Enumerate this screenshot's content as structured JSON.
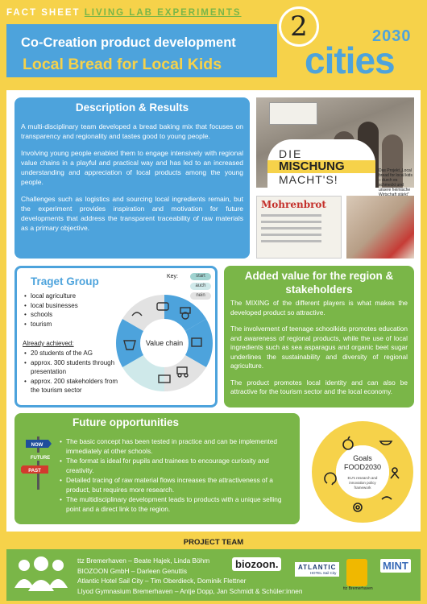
{
  "header": {
    "fact_sheet": "FACT SHEET",
    "living_lab": "LIVING LAB EXPERIMENTS",
    "title_line1": "Co-Creation product development",
    "title_line2": "Local Bread for Local Kids",
    "goal_number": "2",
    "brand_year": "2030",
    "brand_word": "cities"
  },
  "description": {
    "title": "Description & Results",
    "paragraphs": [
      "A multi-disciplinary team developed a bread baking mix that focuses on transparency and regionality and tastes good to young people.",
      "Involving young people enabled them to engage intensively with regional value chains in a playful and practical way and has led to an increased understanding and appreciation of local products among the young people.",
      "Challenges such as logistics and sourcing local ingredients remain, but the experiment provides inspiration and motivation for future developments that address the transparent traceability of raw materials as a primary objective."
    ]
  },
  "photos": {
    "die": "DIE",
    "mischung": "MISCHUNG",
    "machts": "MACHT'S!",
    "caption": "Das Projekt „Local bread for local kids – durch es schmeckt und unsere heimische Wirtschaft stärkt“",
    "brot": "Mohrenbrot"
  },
  "target": {
    "title": "Traget Group",
    "groups": [
      "local agriculture",
      "local businesses",
      "schools",
      "tourism"
    ],
    "achieved_label": "Already achieved:",
    "achieved": [
      "20 students of the AG",
      "approx. 300 students through presentation",
      "approx. 200 stakeholders from the tourism sector"
    ],
    "key_label": "Key:",
    "key_items": [
      "start",
      "auch",
      "nein"
    ],
    "value_chain_label": "Value chain"
  },
  "added": {
    "title": "Added value for the region & stakeholders",
    "paragraphs": [
      "The MIXING of the different players is what makes the developed product so attractive.",
      "The involvement of teenage schoolkids promotes education and awareness of regional products, while the use of local ingredients such as sea asparagus and organic beet sugar underlines the sustainability and diversity of regional agriculture.",
      "The product promotes local identity and can also be attractive for the tourism sector and the local economy."
    ]
  },
  "future": {
    "title": "Future opportunities",
    "items": [
      "The basic concept has been tested in practice and can be implemented immediately at other schools.",
      "The format is ideal for pupils and trainees to encourage curiosity and creativity.",
      "Detailed tracing of raw material flows increases the attractiveness of a product, but requires more research.",
      "The multidisciplinary development leads to products with a unique selling point and a direct link to the region."
    ],
    "signs": [
      "NOW",
      "FUTURE",
      "PAST"
    ]
  },
  "goals": {
    "title_line1": "Goals",
    "title_line2": "FOOD2030",
    "subtitle_line1": "EU's research and",
    "subtitle_line2": "innovation policy",
    "subtitle_line3": "framework"
  },
  "team": {
    "label": "PROJECT TEAM",
    "members": [
      "ttz Bremerhaven – Beate Hajek, Linda Böhm",
      "BIOZOON GmbH – Darleen Genuttis",
      "Atlantic Hotel Sail City – Tim Oberdieck, Dominik Flettner",
      "Llyod Gymnasium Bremerhaven – Antje Dopp, Jan Schmidt & Schüler:innen"
    ],
    "logos": {
      "biozoon": "biozoon.",
      "atlantic": "ATLANTIC",
      "atlantic_sub": "HOTEL Sail City",
      "ttz": "ttz Bremerhaven",
      "mint": "MINT"
    }
  },
  "colors": {
    "blue": "#4da3dc",
    "green": "#7ab648",
    "yellow": "#f6d24a"
  }
}
